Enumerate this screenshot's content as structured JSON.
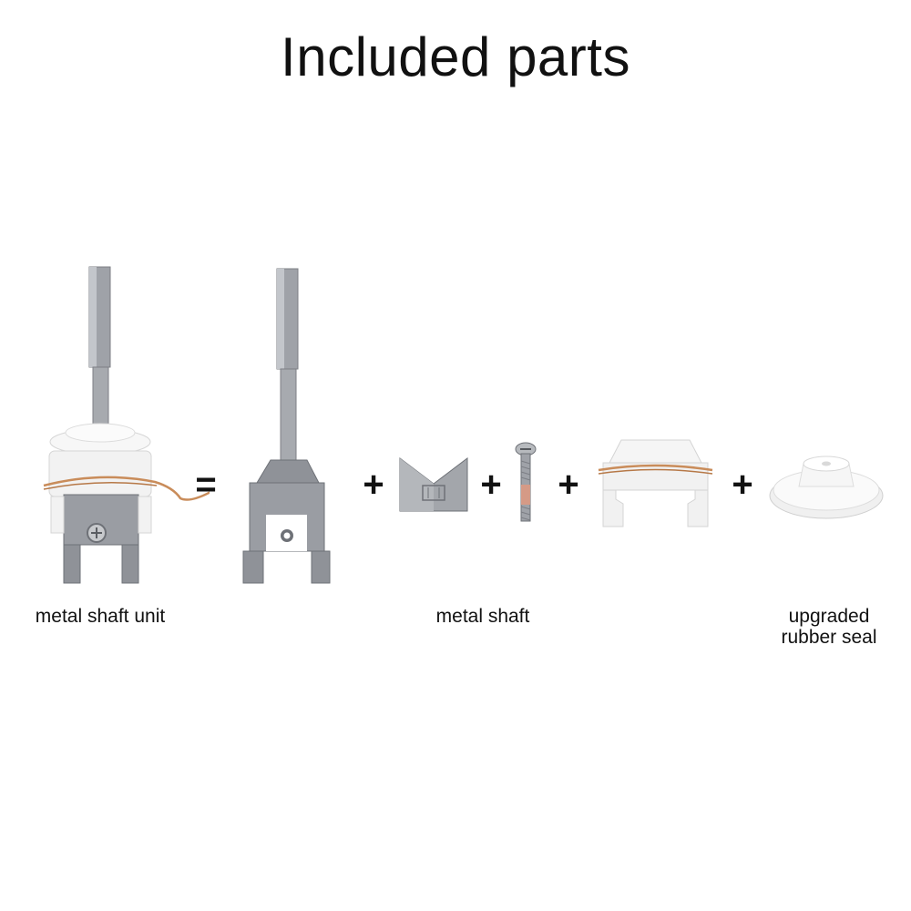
{
  "title": "Included parts",
  "operators": {
    "equals": "=",
    "plus": "+"
  },
  "labels": {
    "unit": "metal shaft unit",
    "shaft": "metal shaft",
    "seal_line1": "upgraded",
    "seal_line2": "rubber seal"
  },
  "icons": {
    "unit": "metal-shaft-unit-icon",
    "shaft": "metal-shaft-icon",
    "bracket": "v-bracket-icon",
    "screw": "screw-icon",
    "clip": "plastic-clip-with-spring-icon",
    "seal": "rubber-seal-icon"
  },
  "colors": {
    "metal": "#9a9da3",
    "metal_dark": "#6e7177",
    "white_part": "#f4f4f4",
    "copper": "#c98c5a"
  }
}
